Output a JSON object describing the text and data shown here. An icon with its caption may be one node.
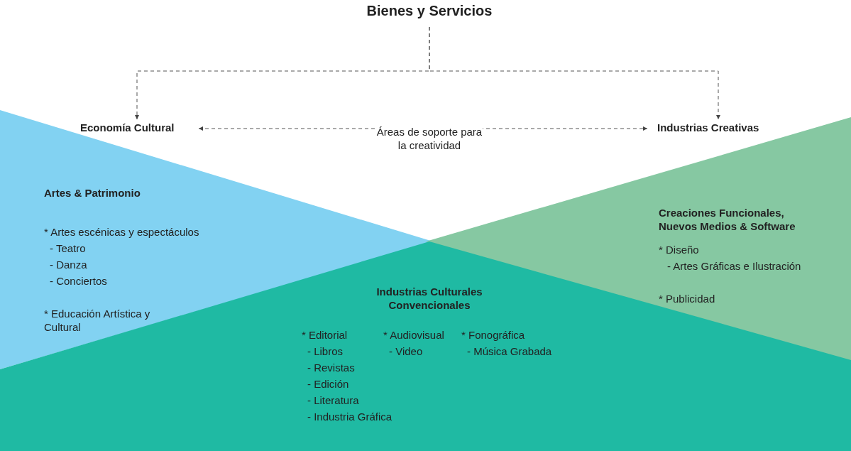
{
  "diagram": {
    "nodes": [
      {
        "text": [
          "Bienes y Servicios"
        ]
      },
      {
        "text": [
          "Economía Cultural"
        ]
      },
      {
        "text": [
          "Industrias Creativas"
        ]
      },
      {
        "text": [
          "Artes & Patrimonio",
          "* Artes escénicas y espectáculos",
          "- Teatro",
          "- Danza",
          "- Conciertos",
          "* Educación Artística y Cultural"
        ]
      },
      {
        "text": [
          "Creaciones Funcionales, Nuevos Medios & Software",
          "* Diseño",
          "- Artes Gráficas e Ilustración",
          "* Publicidad"
        ]
      },
      {
        "text": [
          "Industrias Culturales Convencionales",
          "* Editorial",
          "- Libros",
          "- Revistas",
          "- Edición",
          "- Literatura",
          "- Industria Gráfica",
          "* Audiovisual",
          "- Video",
          "* Fonográfica",
          "- Música Grabada"
        ]
      }
    ],
    "edges": [
      {
        "from": 0,
        "to": 1,
        "arrow": "to",
        "style": "dashed"
      },
      {
        "from": 0,
        "to": 2,
        "arrow": "to",
        "style": "dashed"
      },
      {
        "from": 1,
        "to": 2,
        "arrow": "both",
        "style": "dashed",
        "label": "Áreas de soporte para la creatividad"
      }
    ]
  }
}
